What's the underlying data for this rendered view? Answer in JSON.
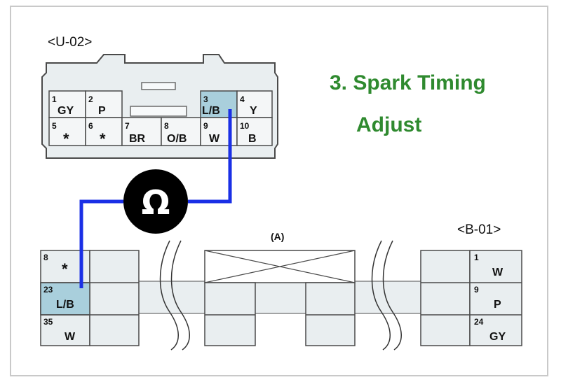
{
  "connector_top": {
    "name": "<U-02>",
    "pins": [
      {
        "num": "1",
        "code": "GY"
      },
      {
        "num": "2",
        "code": "P"
      },
      {
        "num": "3",
        "code": "L/B"
      },
      {
        "num": "4",
        "code": "Y"
      },
      {
        "num": "5",
        "code": "*"
      },
      {
        "num": "6",
        "code": "*"
      },
      {
        "num": "7",
        "code": "BR"
      },
      {
        "num": "8",
        "code": "O/B"
      },
      {
        "num": "9",
        "code": "W"
      },
      {
        "num": "10",
        "code": "B"
      }
    ]
  },
  "title": {
    "line1": "3. Spark Timing",
    "line2": "Adjust"
  },
  "meter_symbol": "Ω",
  "harness_label": "(A)",
  "connector_bottom": {
    "name": "<B-01>",
    "left_pins": [
      {
        "num": "8",
        "code": "*"
      },
      {
        "num": "23",
        "code": "L/B"
      },
      {
        "num": "35",
        "code": "W"
      }
    ],
    "right_pins": [
      {
        "num": "1",
        "code": "W"
      },
      {
        "num": "9",
        "code": "P"
      },
      {
        "num": "24",
        "code": "GY"
      }
    ]
  },
  "colors": {
    "title": "#2f8a2f",
    "wire": "#1a2fe6",
    "highlight_pin": "#a9cfdc",
    "connector_fill": "#e9eef0",
    "stroke": "#4a4a4a"
  }
}
